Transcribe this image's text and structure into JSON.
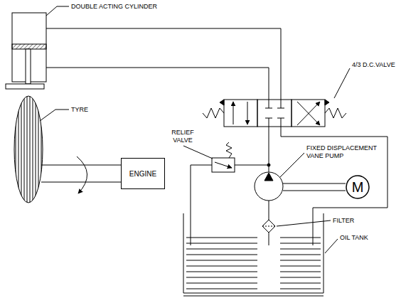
{
  "diagram": {
    "nodes": [
      {
        "text": [
          "ENGINE"
        ]
      },
      {
        "text": [
          "M"
        ]
      }
    ],
    "labels": [
      "DOUBLE ACTING CYLINDER",
      "TYRE",
      "RELIEF VALVE",
      "4/3 D.C.VALVE",
      "FIXED DISPLACEMENT VANE PUMP",
      "FILTER",
      "OIL TANK"
    ]
  }
}
